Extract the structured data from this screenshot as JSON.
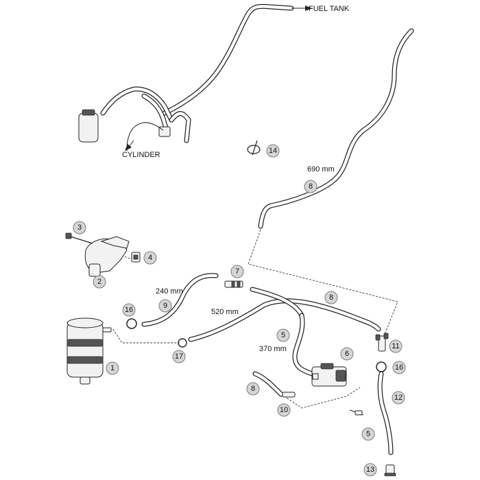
{
  "labels": {
    "fuel_tank": "FUEL TANK",
    "cylinder": "CYLINDER",
    "len_690": "690 mm",
    "len_240": "240 mm",
    "len_520": "520 mm",
    "len_370": "370 mm"
  },
  "callouts": {
    "c1": "1",
    "c2": "2",
    "c3": "3",
    "c4": "4",
    "c5a": "5",
    "c5b": "5",
    "c6": "6",
    "c7": "7",
    "c8a": "8",
    "c8b": "8",
    "c8c": "8",
    "c9": "9",
    "c10": "10",
    "c11": "11",
    "c12": "12",
    "c13": "13",
    "c14": "14",
    "c16a": "16",
    "c16b": "16",
    "c17": "17"
  }
}
